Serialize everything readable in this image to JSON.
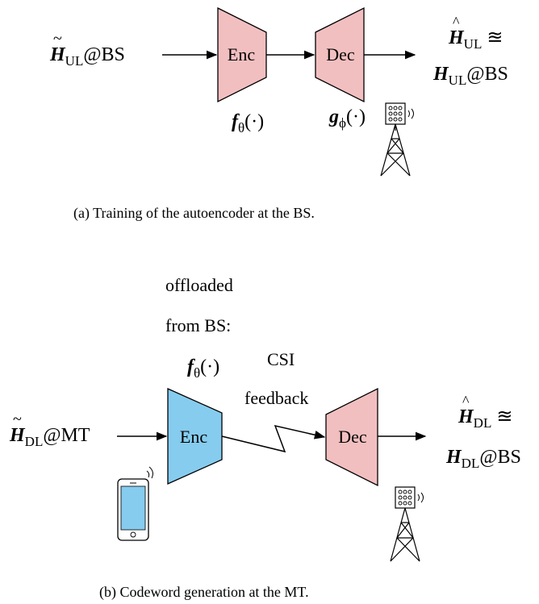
{
  "panel_a": {
    "input_label": {
      "sym": "H",
      "sub": "UL",
      "suffix": "@BS"
    },
    "enc_label": "Enc",
    "dec_label": "Dec",
    "enc_fn": {
      "sym": "f",
      "sub": "θ",
      "arg": "(·)"
    },
    "dec_fn": {
      "sym": "g",
      "sub": "ϕ",
      "arg": "(·)"
    },
    "output_line1": {
      "sym": "H",
      "sub": "UL",
      "suffix": " ≊"
    },
    "output_line2": {
      "sym": "H",
      "sub": "UL",
      "suffix": "@BS"
    },
    "caption": "(a) Training of the autoencoder at the BS."
  },
  "panel_b": {
    "note_line1": "offloaded",
    "note_line2": "from BS:",
    "enc_fn": {
      "sym": "f",
      "sub": "θ",
      "arg": "(·)"
    },
    "feedback_line1": "CSI",
    "feedback_line2": "feedback",
    "input_label": {
      "sym": "H",
      "sub": "DL",
      "suffix": "@MT"
    },
    "enc_label": "Enc",
    "dec_label": "Dec",
    "output_line1": {
      "sym": "H",
      "sub": "DL",
      "suffix": " ≊"
    },
    "output_line2": {
      "sym": "H",
      "sub": "DL",
      "suffix": "@BS"
    },
    "caption": "(b) Codeword generation at the MT."
  },
  "colors": {
    "encoder_bs": "#F2BFC0",
    "encoder_mt": "#86CCEE",
    "decoder": "#F2BFC0",
    "stroke": "#000000"
  }
}
